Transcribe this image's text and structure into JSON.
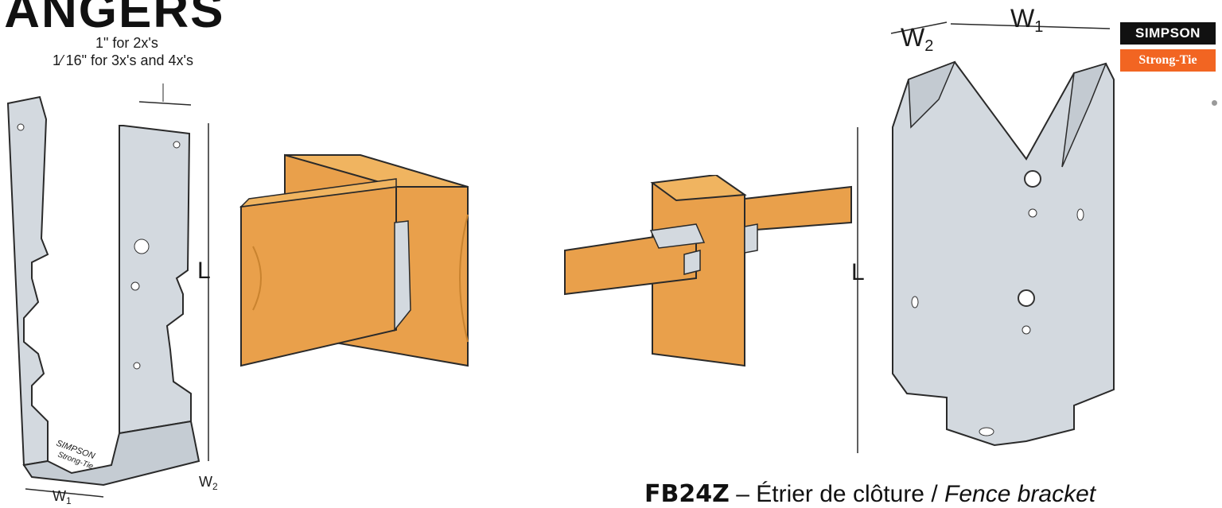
{
  "header": {
    "title": "IANGERS"
  },
  "hanger_diagram": {
    "note_line1": "1\" for 2x's",
    "note_line2": "1⁄ 16\" for 3x's and 4x's",
    "dim_L": "L",
    "dim_W1": "W",
    "dim_W1_sub": "1",
    "dim_W2": "W",
    "dim_W2_sub": "2",
    "stamp_line1": "SIMPSON",
    "stamp_line2": "Strong-Tie"
  },
  "bracket_diagram": {
    "dim_W1": "W",
    "dim_W1_sub": "1",
    "dim_W2": "W",
    "dim_W2_sub": "2",
    "dim_L": "L"
  },
  "logo": {
    "line1": "SIMPSON",
    "line2": "Strong-Tie"
  },
  "caption": {
    "code": "FB24Z",
    "separator": " – ",
    "french": "Étrier de clôture / ",
    "english": "Fence bracket"
  },
  "colors": {
    "wood": "#e9a04b",
    "wood_dark": "#c9832f",
    "steel": "#d3d9df",
    "steel_dark": "#9ba4ad",
    "logo_orange": "#f26522"
  }
}
